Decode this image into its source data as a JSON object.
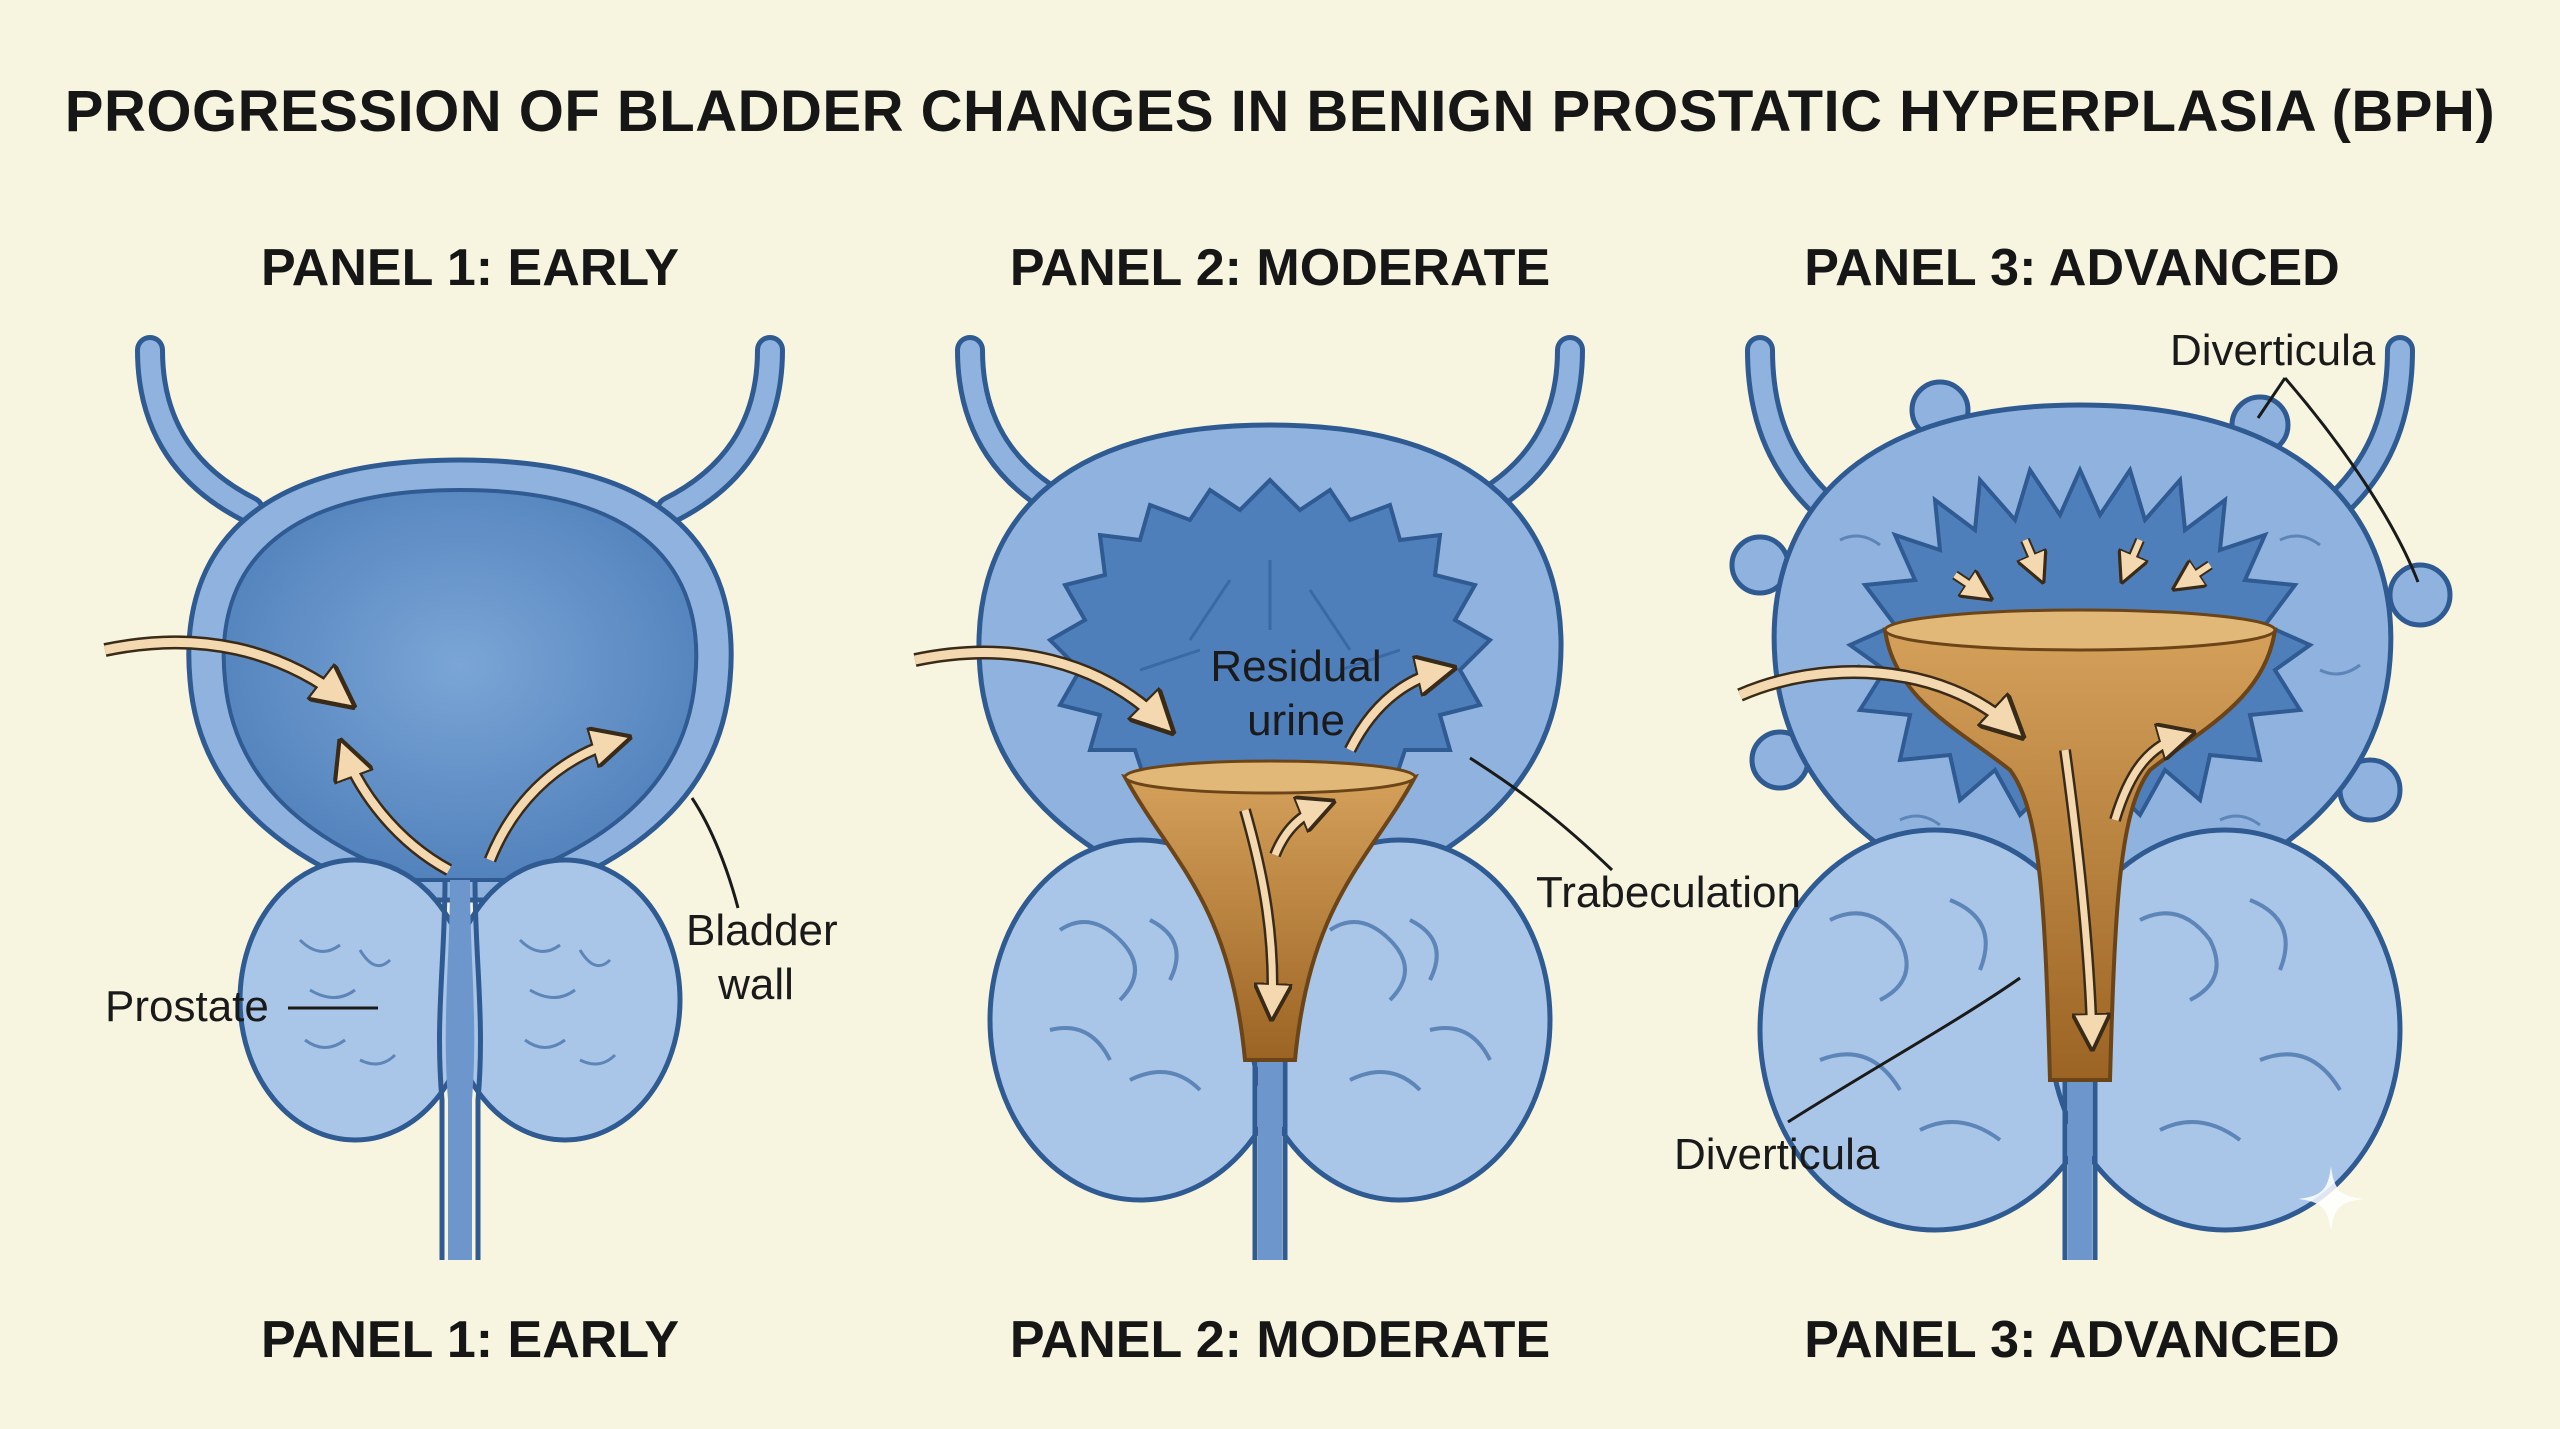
{
  "title": "PROGRESSION OF BLADDER CHANGES IN BENIGN PROSTATIC HYPERPLASIA (BPH)",
  "panels": [
    {
      "top_heading": "PANEL 1: EARLY",
      "bottom_heading": "PANEL 1: EARLY",
      "labels": {
        "prostate": "Prostate",
        "bladder_wall_1": "Bladder",
        "bladder_wall_2": "wall"
      }
    },
    {
      "top_heading": "PANEL 2: MODERATE",
      "bottom_heading": "PANEL 2: MODERATE",
      "labels": {
        "residual_1": "Residual",
        "residual_2": "urine",
        "trabeculation": "Trabeculation"
      }
    },
    {
      "top_heading": "PANEL 3: ADVANCED",
      "bottom_heading": "PANEL 3: ADVANCED",
      "labels": {
        "diverticula_top": "Diverticula",
        "diverticula_bottom": "Diverticula"
      }
    }
  ],
  "colors": {
    "background": "#f7f4e0",
    "bladder_wall": "#8fb3de",
    "bladder_lumen": "#5d8cc4",
    "outline": "#2f5a92",
    "prostate": "#a9c6e8",
    "urine": "#b87a34",
    "arrow": "#f4d9b0"
  }
}
